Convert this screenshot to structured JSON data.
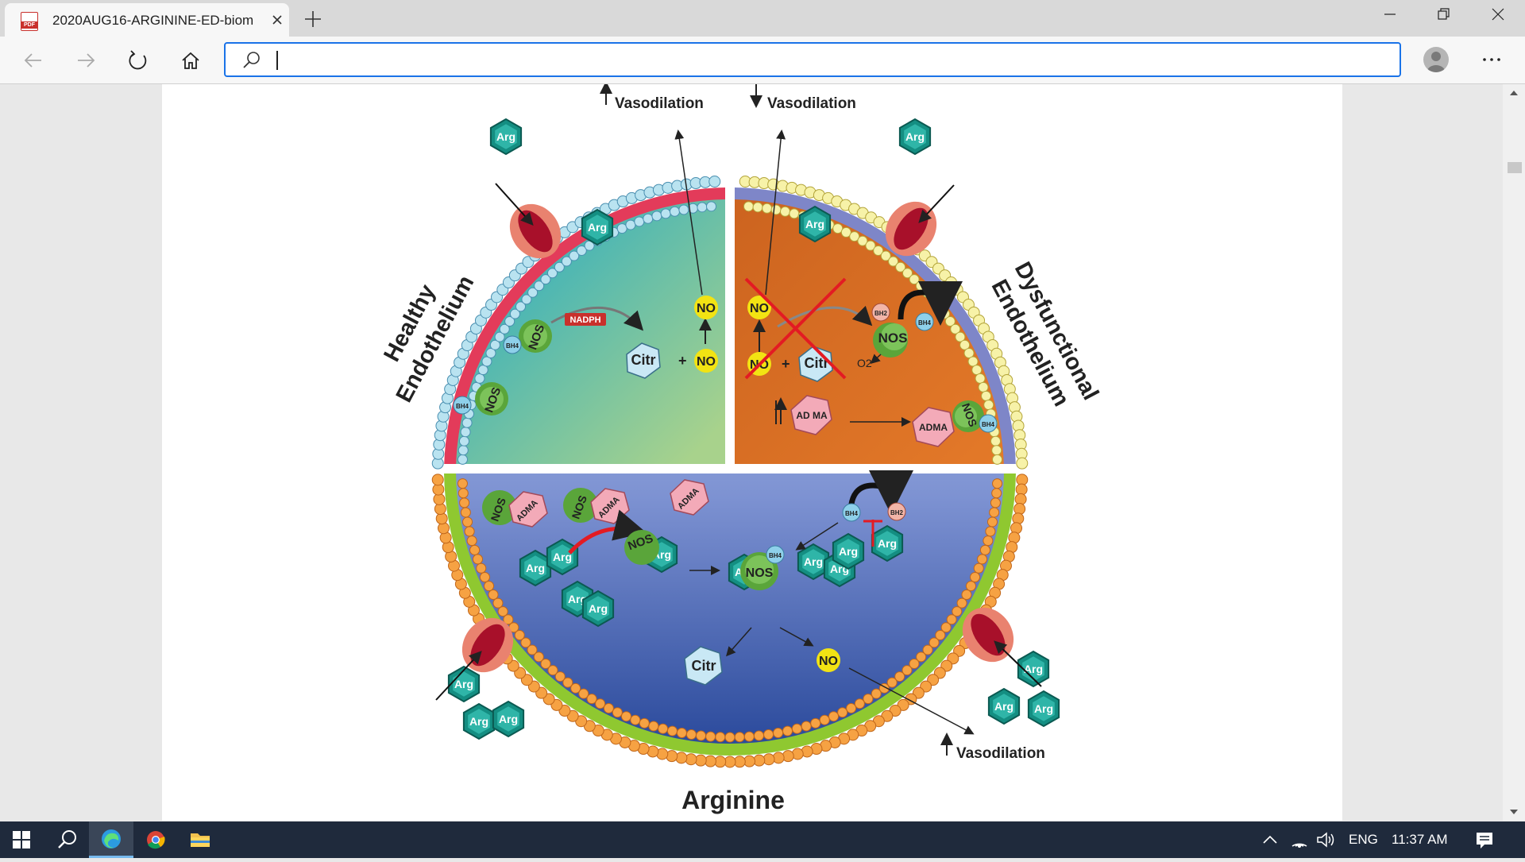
{
  "browser": {
    "tab_title": "2020AUG16-ARGININE-ED-biom",
    "file_badge": "PDF",
    "address_value": ""
  },
  "figure": {
    "top_left_label": "Vasodilation",
    "top_right_label": "Vasodilation",
    "bottom_label": "Vasodilation",
    "healthy_line1": "Healthy",
    "healthy_line2": "Endothelium",
    "dysfunctional_line1": "Dysfunctional",
    "dysfunctional_line2": "Endothelium",
    "title": "Arginine",
    "arg": "Arg",
    "nos": "NOS",
    "no": "NO",
    "citr": "Citr",
    "bh4": "BH4",
    "bh2": "BH2",
    "nadph": "NADPH",
    "adma": "ADMA",
    "adma_spaced": "AD MA",
    "o2": "O2",
    "plus": "+"
  },
  "taskbar": {
    "language": "ENG",
    "time": "11:37 AM"
  }
}
